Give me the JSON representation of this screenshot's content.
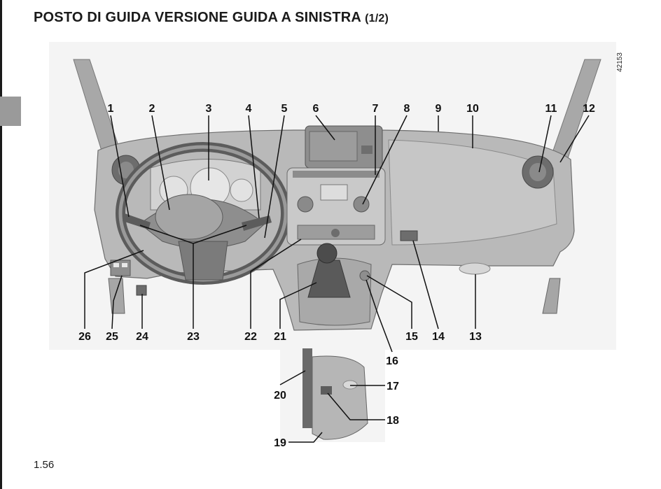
{
  "header": {
    "title": "POSTO DI GUIDA VERSIONE GUIDA A SINISTRA",
    "title_suffix": "(1/2)"
  },
  "figure": {
    "reference_code": "42153",
    "callouts": [
      "1",
      "2",
      "3",
      "4",
      "5",
      "6",
      "7",
      "8",
      "9",
      "10",
      "11",
      "12",
      "13",
      "14",
      "15",
      "16",
      "17",
      "18",
      "19",
      "20",
      "21",
      "22",
      "23",
      "24",
      "25",
      "26"
    ]
  },
  "footer": {
    "page_number": "1.56"
  },
  "colors": {
    "dashboard": "#b9b9b9",
    "dashboard_dark": "#8a8a8a",
    "dashboard_light": "#d8d8d8",
    "screen": "#9c9c9c",
    "background_panel": "#f2f2f2",
    "side_tab": "#9a9a9a"
  }
}
